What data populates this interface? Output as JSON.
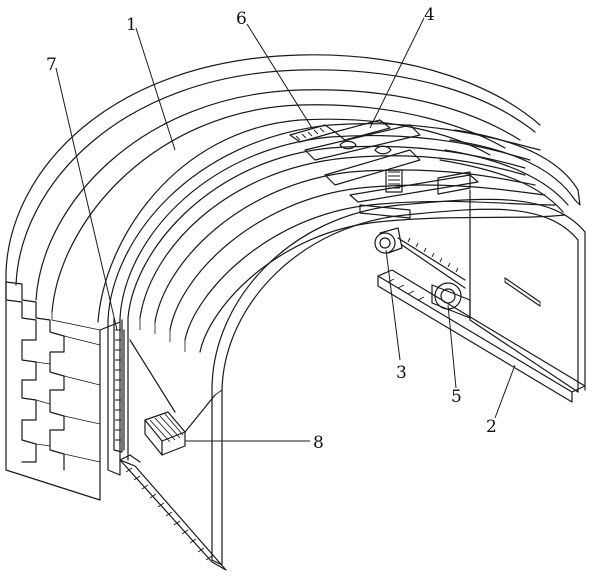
{
  "figure": {
    "callouts": [
      {
        "id": "1",
        "label": "1"
      },
      {
        "id": "2",
        "label": "2"
      },
      {
        "id": "3",
        "label": "3"
      },
      {
        "id": "4",
        "label": "4"
      },
      {
        "id": "5",
        "label": "5"
      },
      {
        "id": "6",
        "label": "6"
      },
      {
        "id": "7",
        "label": "7"
      },
      {
        "id": "8",
        "label": "8"
      }
    ],
    "colors": {
      "line": "#1a1a1a",
      "background": "#ffffff"
    }
  }
}
